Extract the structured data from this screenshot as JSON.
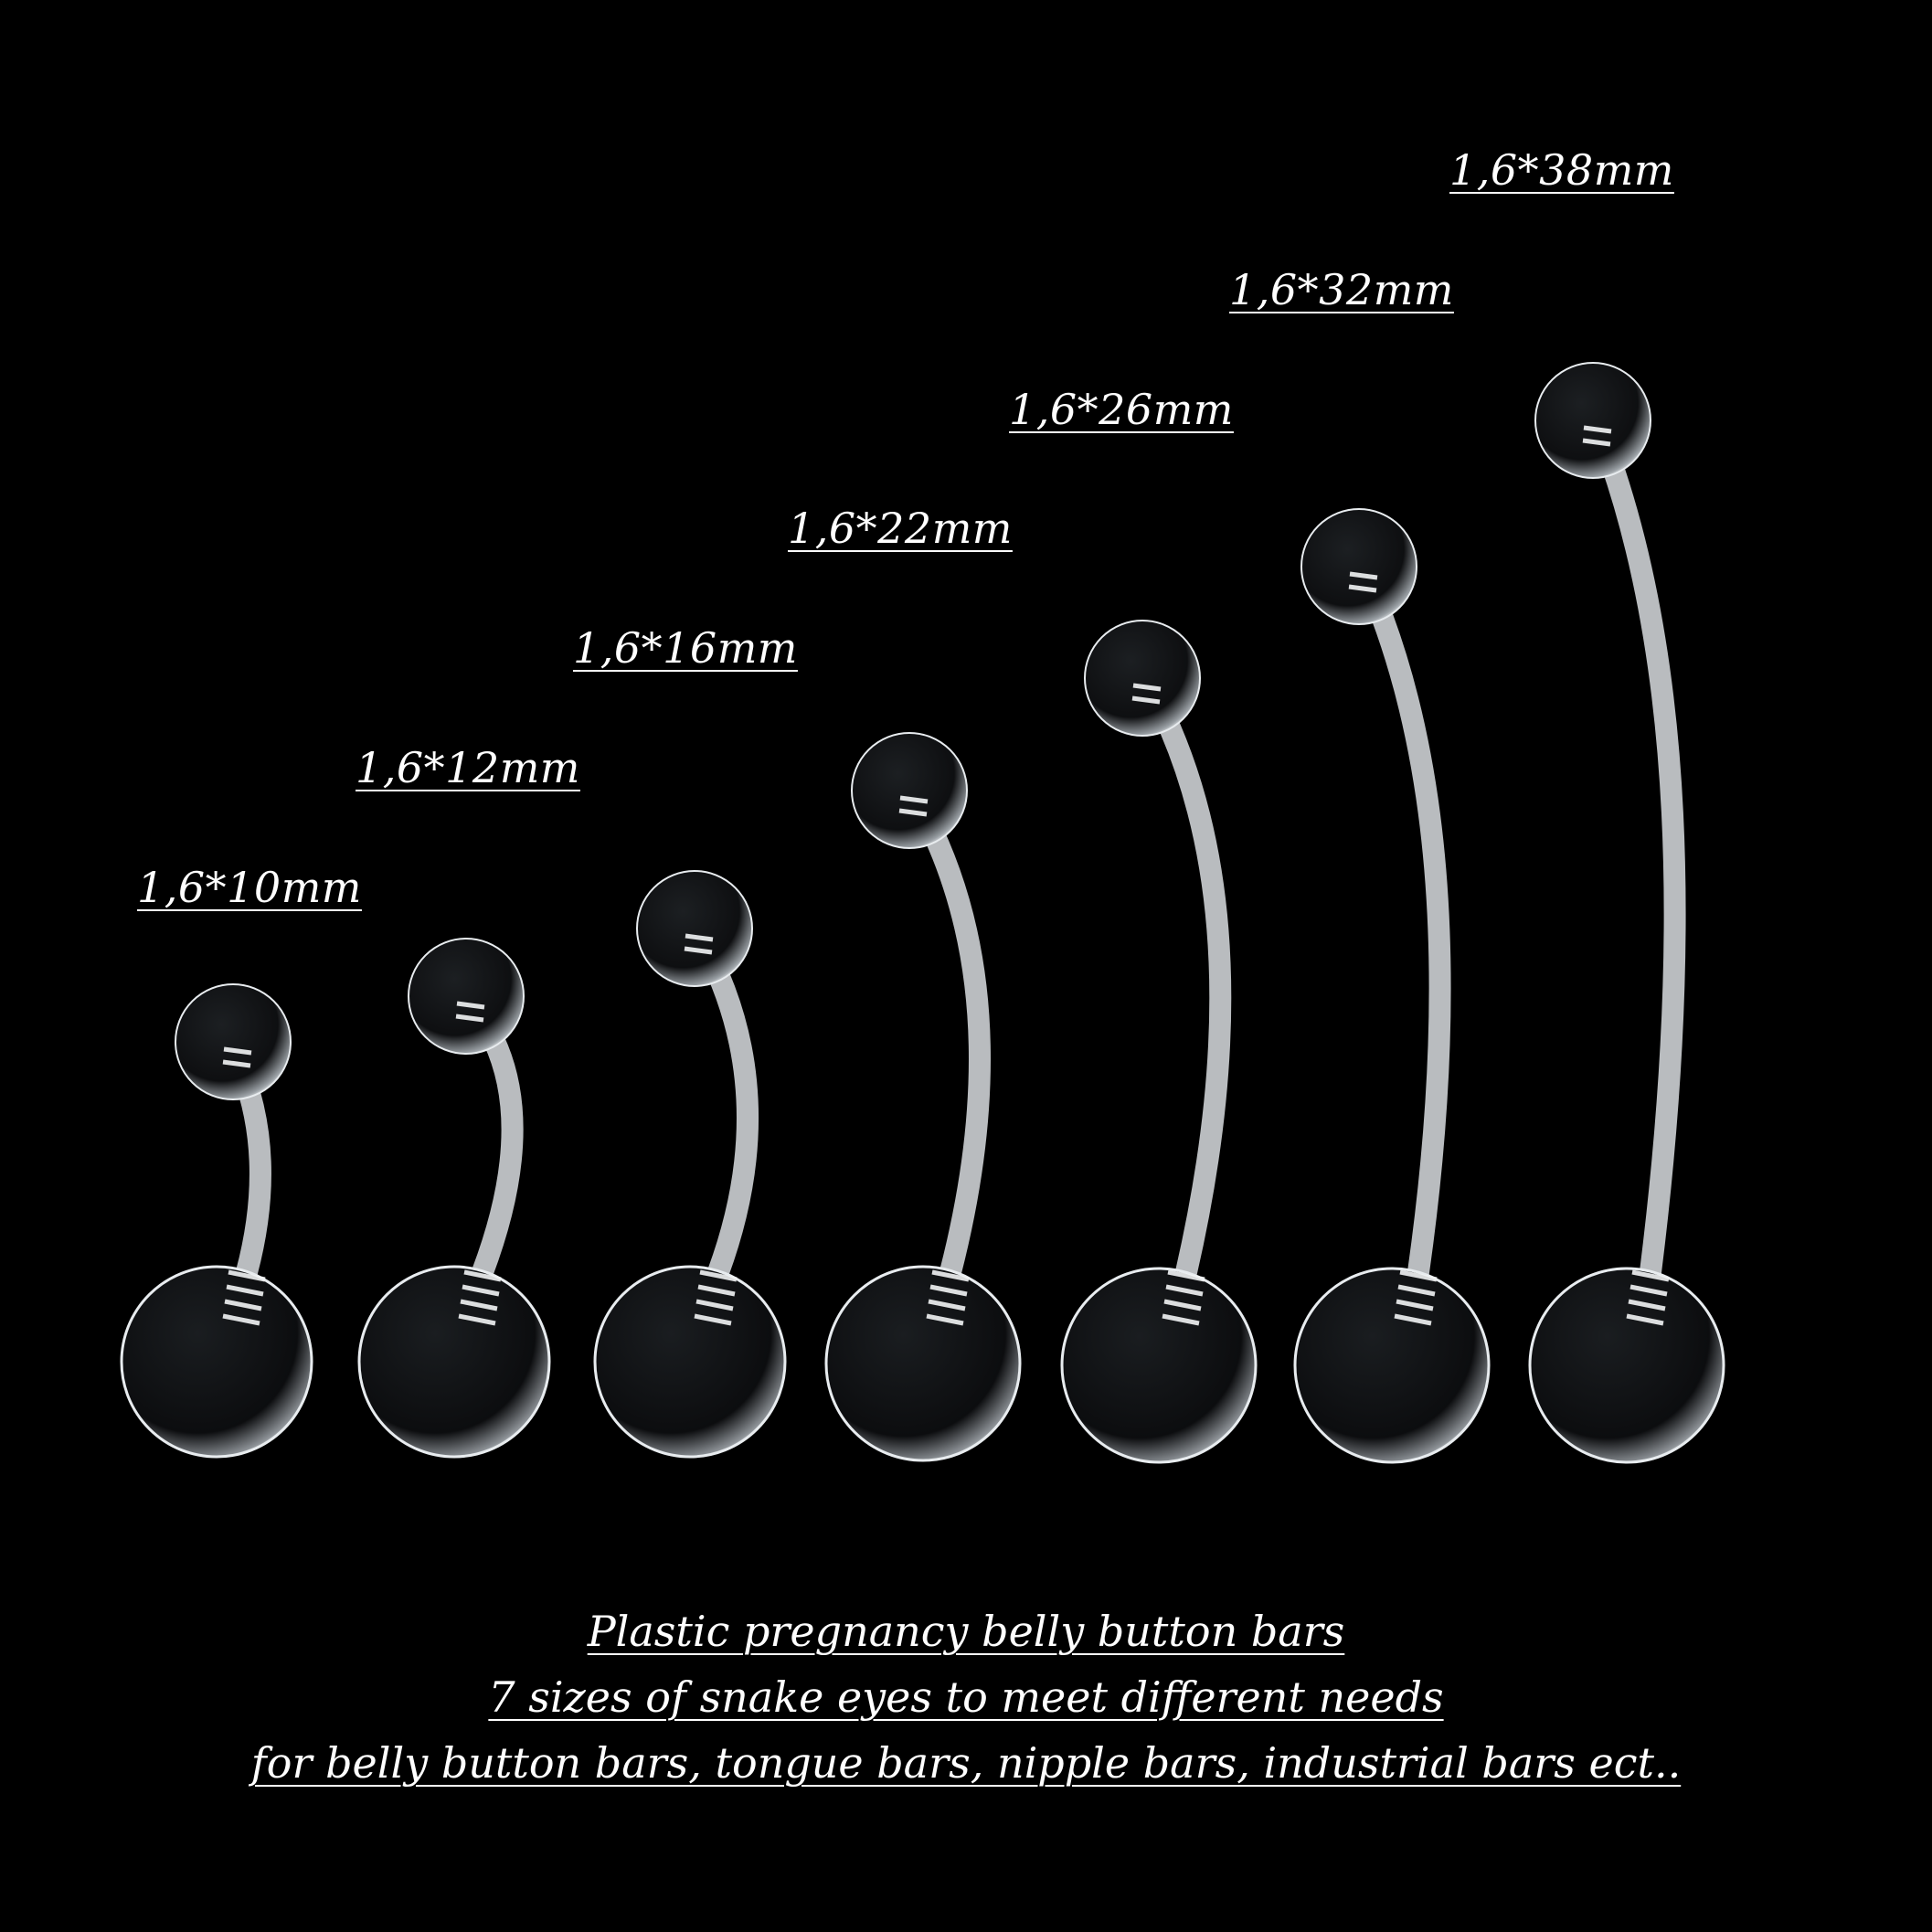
{
  "colors": {
    "background": "#000000",
    "text": "#ffffff",
    "barbell": "#e8ecef"
  },
  "size_labels": [
    "1,6*10mm",
    "1,6*12mm",
    "1,6*16mm",
    "1,6*22mm",
    "1,6*26mm",
    "1,6*32mm",
    "1,6*38mm"
  ],
  "caption_lines": [
    "Plastic pregnancy belly button bars",
    "7 sizes of snake eyes to meet different needs",
    "for belly button bars, tongue bars, nipple bars, industrial bars ect.."
  ]
}
